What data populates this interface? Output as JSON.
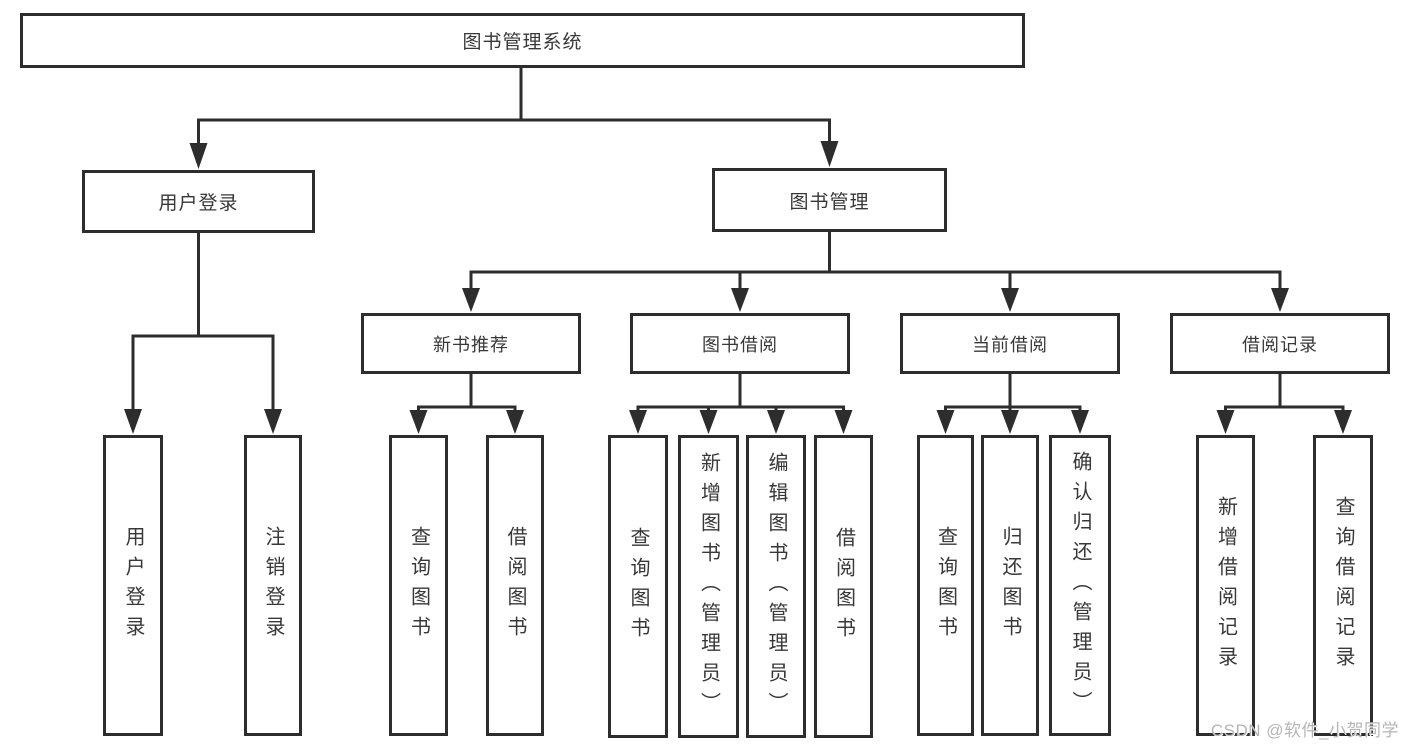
{
  "colors": {
    "line": "#2d2d2d",
    "box_border": "#2d2d2d",
    "text": "#383838",
    "watermark_text": "#b5b5b5",
    "background": "#ffffff"
  },
  "watermark": "CSDN @软件_小贺同学",
  "tree": {
    "root": {
      "label": "图书管理系统"
    },
    "login_branch": {
      "label": "用户登录",
      "leaves": [
        "用户登录",
        "注销登录"
      ]
    },
    "mgmt_branch": {
      "label": "图书管理",
      "sections": [
        {
          "label": "新书推荐",
          "leaves": [
            "查询图书",
            "借阅图书"
          ]
        },
        {
          "label": "图书借阅",
          "leaves": [
            "查询图书",
            "新增图书（管理员）",
            "编辑图书（管理员）",
            "借阅图书"
          ]
        },
        {
          "label": "当前借阅",
          "leaves": [
            "查询图书",
            "归还图书",
            "确认归还（管理员）"
          ]
        },
        {
          "label": "借阅记录",
          "leaves": [
            "新增借阅记录",
            "查询借阅记录"
          ]
        }
      ]
    }
  }
}
